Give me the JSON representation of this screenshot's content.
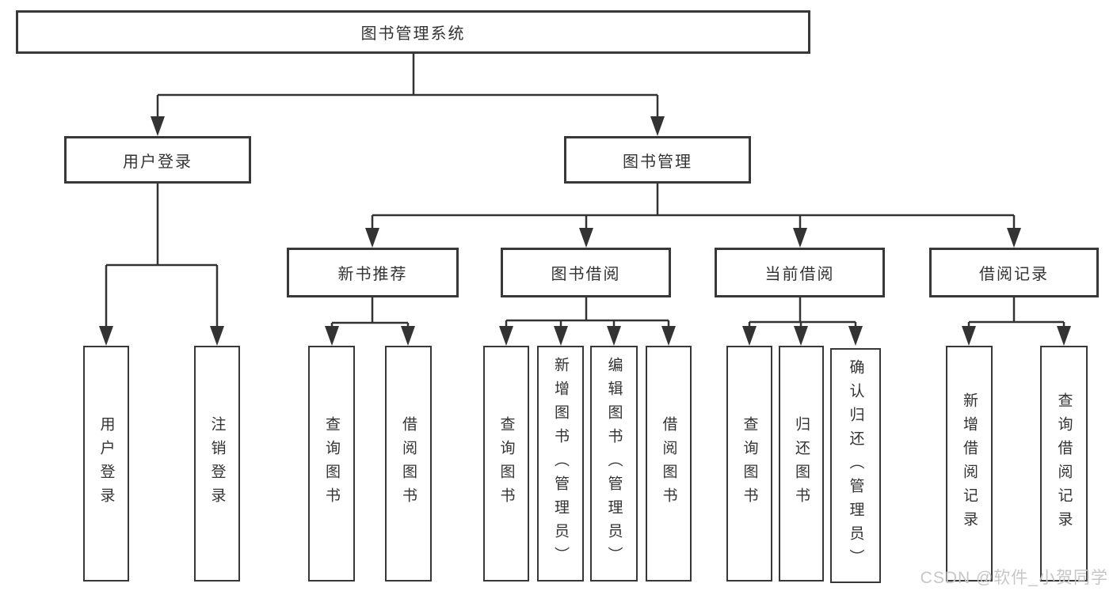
{
  "tree": {
    "root": {
      "label": "图书管理系统"
    },
    "children": [
      {
        "label": "用户登录",
        "children": [
          {
            "label": "用户登录"
          },
          {
            "label": "注销登录"
          }
        ]
      },
      {
        "label": "图书管理",
        "children": [
          {
            "label": "新书推荐",
            "children": [
              {
                "label": "查询图书"
              },
              {
                "label": "借阅图书"
              }
            ]
          },
          {
            "label": "图书借阅",
            "children": [
              {
                "label": "查询图书"
              },
              {
                "label": "新增图书（管理员）"
              },
              {
                "label": "编辑图书（管理员）"
              },
              {
                "label": "借阅图书"
              }
            ]
          },
          {
            "label": "当前借阅",
            "children": [
              {
                "label": "查询图书"
              },
              {
                "label": "归还图书"
              },
              {
                "label": "确认归还（管理员）"
              }
            ]
          },
          {
            "label": "借阅记录",
            "children": [
              {
                "label": "新增借阅记录"
              },
              {
                "label": "查询借阅记录"
              }
            ]
          }
        ]
      }
    ]
  },
  "watermark": {
    "text": "CSDN @软件_小贺同学",
    "color": "#c6c6c6"
  },
  "colors": {
    "line": "#333333",
    "box_border": "#383838",
    "text": "#333333",
    "background": "#ffffff"
  }
}
